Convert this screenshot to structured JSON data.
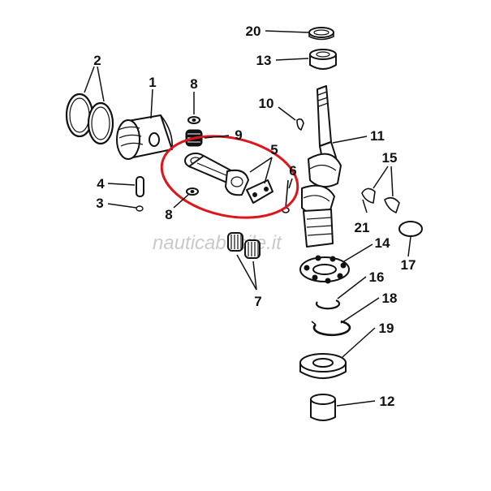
{
  "diagram": {
    "watermark": "nauticabasile.it",
    "highlight_color": "#e0141b",
    "labels": [
      "1",
      "2",
      "3",
      "4",
      "5",
      "6",
      "7",
      "8",
      "8",
      "9",
      "10",
      "11",
      "12",
      "13",
      "14",
      "15",
      "16",
      "17",
      "18",
      "19",
      "20",
      "21"
    ]
  },
  "parts": [
    {
      "id": "1",
      "name": "piston"
    },
    {
      "id": "2",
      "name": "piston-rings"
    },
    {
      "id": "3",
      "name": "piston-pin-retainer"
    },
    {
      "id": "4",
      "name": "piston-pin"
    },
    {
      "id": "5",
      "name": "connecting-rod-cap"
    },
    {
      "id": "6",
      "name": "connecting-rod-screw"
    },
    {
      "id": "7",
      "name": "needle-bearing-cage"
    },
    {
      "id": "8",
      "name": "thrust-washer"
    },
    {
      "id": "9",
      "name": "wrist-pin-bearing"
    },
    {
      "id": "10",
      "name": "woodruff-key"
    },
    {
      "id": "11",
      "name": "crankshaft"
    },
    {
      "id": "12",
      "name": "lower-bushing"
    },
    {
      "id": "13",
      "name": "upper-bearing"
    },
    {
      "id": "14",
      "name": "ball-bearing"
    },
    {
      "id": "15",
      "name": "bearing-race-halves"
    },
    {
      "id": "16",
      "name": "retaining-ring"
    },
    {
      "id": "17",
      "name": "snap-ring"
    },
    {
      "id": "18",
      "name": "lock-ring"
    },
    {
      "id": "19",
      "name": "bearing-retainer"
    },
    {
      "id": "20",
      "name": "seal"
    },
    {
      "id": "21",
      "name": "roller-set"
    }
  ]
}
